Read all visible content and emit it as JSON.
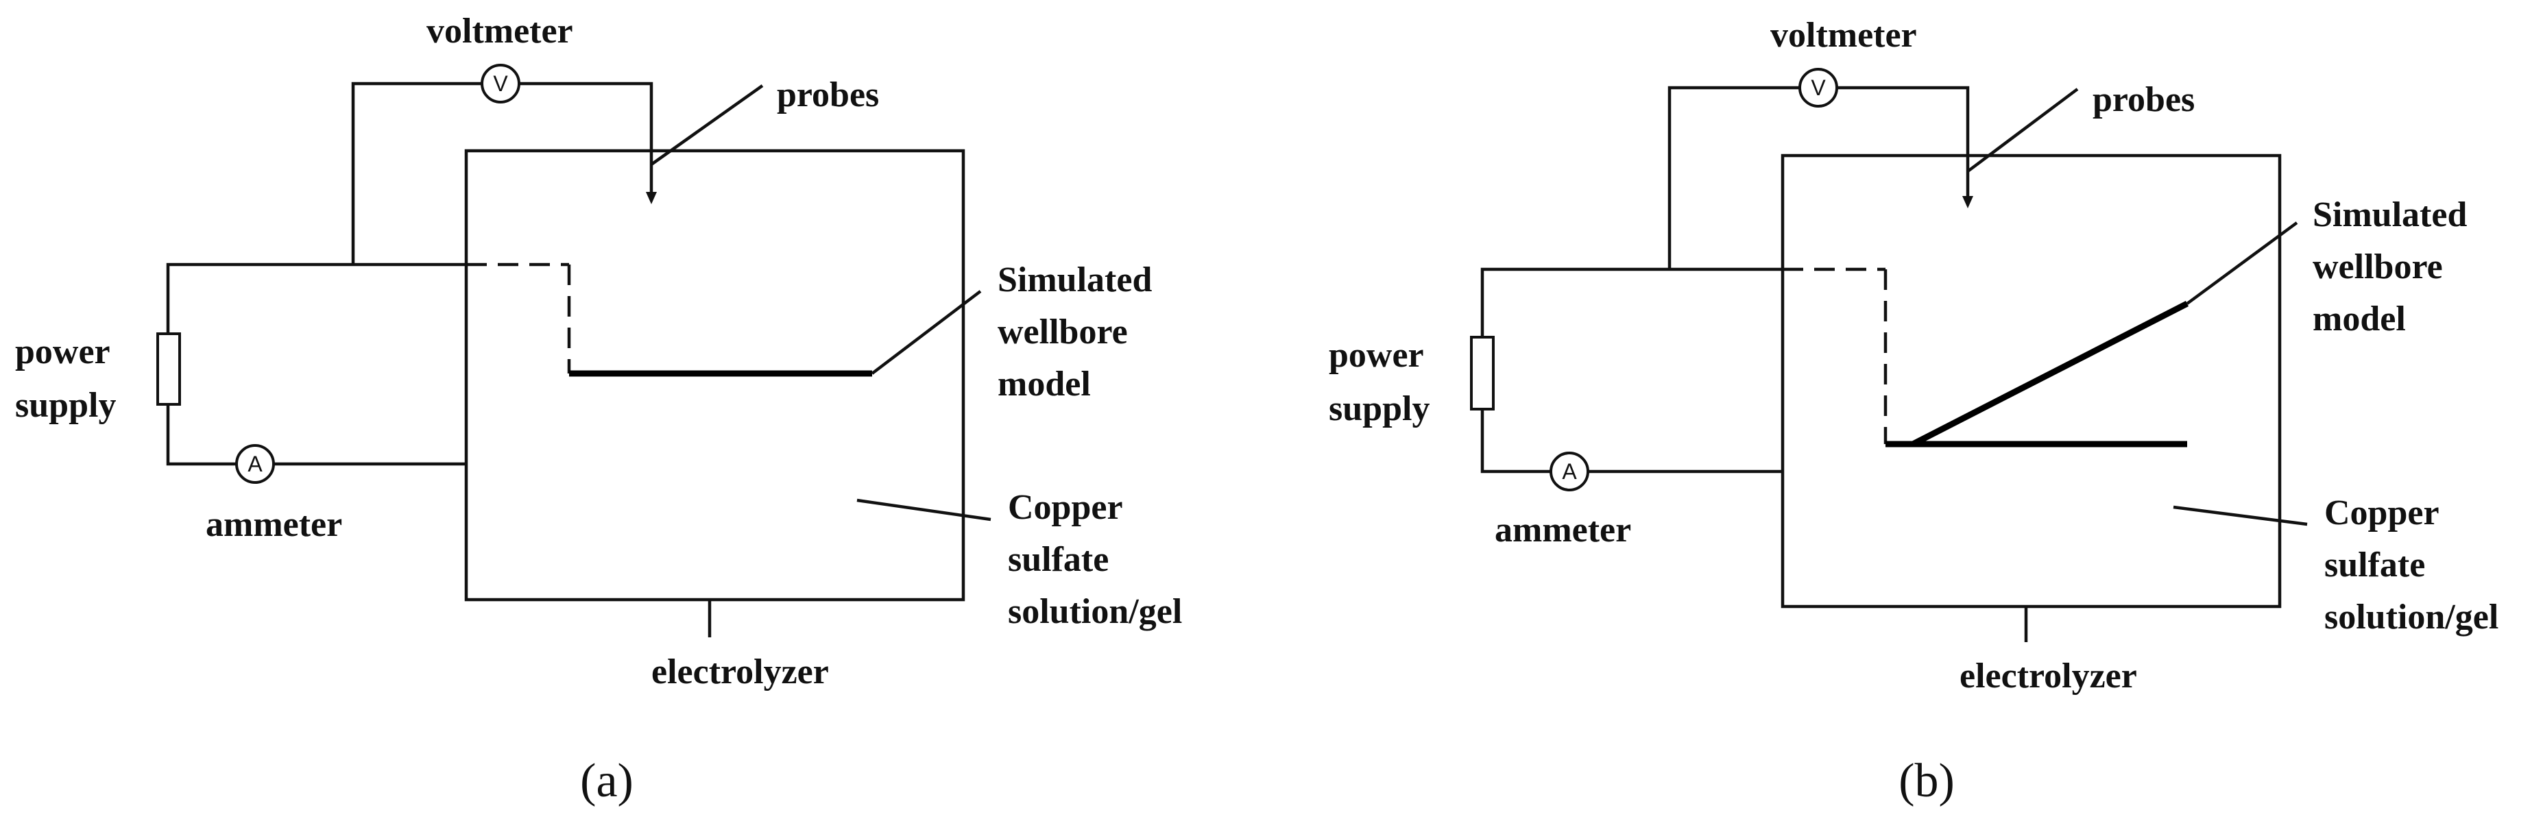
{
  "panel_a": {
    "voltmeter_label": "voltmeter",
    "voltmeter_symbol": "V",
    "probes_label": "probes",
    "model_label": [
      "Simulated",
      "wellbore",
      "model"
    ],
    "power_label": [
      "power",
      "supply"
    ],
    "ammeter_label": "ammeter",
    "ammeter_symbol": "A",
    "solution_label": [
      "Copper",
      "sulfate",
      "solution/gel"
    ],
    "electrolyzer_label": "electrolyzer",
    "caption": "(a)"
  },
  "panel_b": {
    "voltmeter_label": "voltmeter",
    "voltmeter_symbol": "V",
    "probes_label": "probes",
    "model_label": [
      "Simulated",
      "wellbore",
      "model"
    ],
    "power_label": [
      "power",
      "supply"
    ],
    "ammeter_label": "ammeter",
    "ammeter_symbol": "A",
    "solution_label": [
      "Copper",
      "sulfate",
      "solution/gel"
    ],
    "electrolyzer_label": "electrolyzer",
    "caption": "(b)"
  }
}
